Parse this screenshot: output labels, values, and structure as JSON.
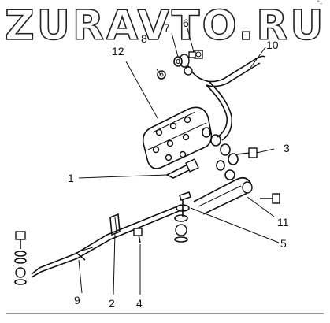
{
  "watermark": {
    "text": "ZURAVTO.RU"
  },
  "corner_mark": "\"-",
  "callouts": {
    "c1": "1",
    "c2": "2",
    "c3": "3",
    "c4": "4",
    "c5": "5",
    "c6": "6",
    "c7": "7",
    "c8": "8",
    "c9": "9",
    "c10": "10",
    "c11": "11",
    "c12": "12"
  }
}
